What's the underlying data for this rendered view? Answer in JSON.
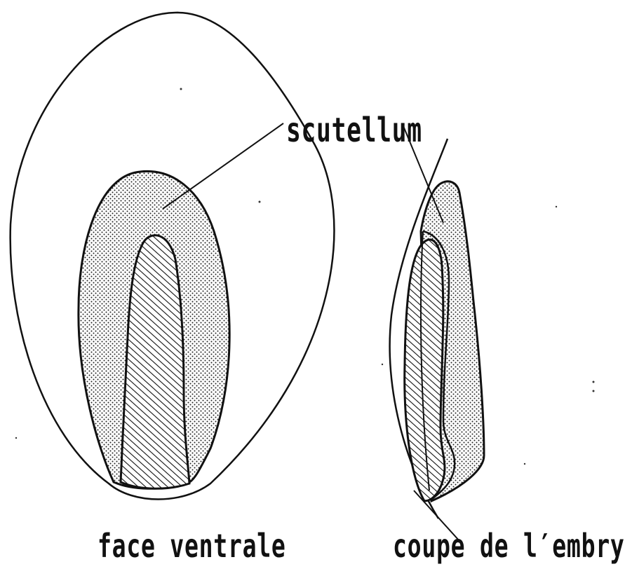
{
  "labels": {
    "scutellum": "scutellum",
    "face_ventrale": "face ventrale",
    "coupe_embryon": "coupe de l′embryon"
  },
  "colors": {
    "ink": "#111111",
    "paper": "#ffffff"
  }
}
